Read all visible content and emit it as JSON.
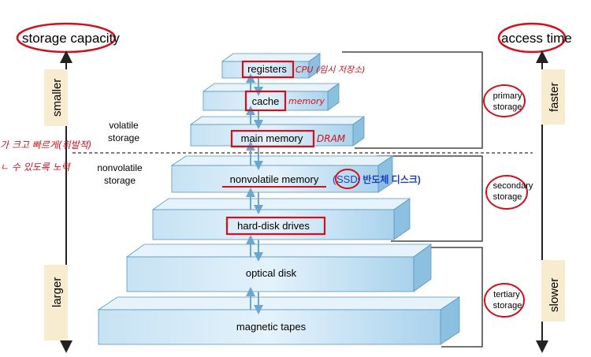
{
  "left_axis": {
    "title": "storage capacity",
    "top_label": "smaller",
    "bottom_label": "larger"
  },
  "right_axis": {
    "title": "access time",
    "top_label": "faster",
    "bottom_label": "slower"
  },
  "volatility": {
    "volatile": [
      "volatile",
      "storage"
    ],
    "nonvolatile": [
      "nonvolatile",
      "storage"
    ]
  },
  "levels": [
    {
      "label": "registers",
      "note": "CPU (임시 저장소)"
    },
    {
      "label": "cache",
      "note": "memory"
    },
    {
      "label": "main memory",
      "note": "DRAM"
    },
    {
      "label": "nonvolatile memory",
      "note_prefix": "(",
      "note_highlight": "SSD",
      "note_text": ": 반도체 디스크)"
    },
    {
      "label": "hard-disk drives"
    },
    {
      "label": "optical disk"
    },
    {
      "label": "magnetic tapes"
    }
  ],
  "storage_groups": [
    [
      "primary",
      "storage"
    ],
    [
      "secondary",
      "storage"
    ],
    [
      "tertiary",
      "storage"
    ]
  ],
  "margin_notes": [
    "가 크고 빠르게(휘발적)",
    "ㄴ 수 있도록 노력"
  ],
  "colors": {
    "annotation": "#d0101c",
    "box_fill": "#cfe8f6",
    "box_edge": "#5a96bd",
    "highlight_text": "#1f3fbf"
  }
}
